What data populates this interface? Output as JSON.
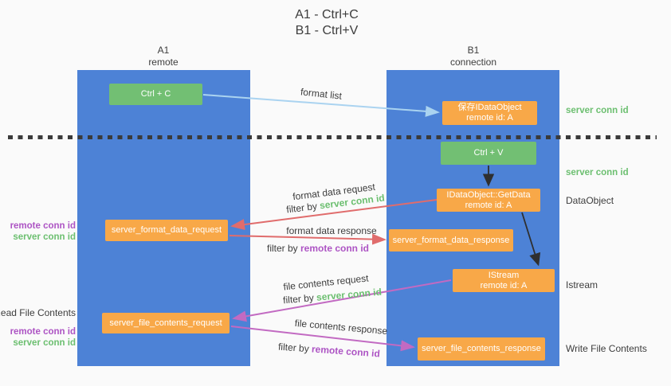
{
  "title": {
    "line1": "A1 - Ctrl+C",
    "line2": "B1 - Ctrl+V"
  },
  "columns": {
    "a1": {
      "name": "A1",
      "subtitle": "remote"
    },
    "b1": {
      "name": "B1",
      "subtitle": "connection"
    }
  },
  "boxes": {
    "ctrl_c": {
      "label": "Ctrl + C"
    },
    "save_idataobject": {
      "line1": "保存IDataObject",
      "line2": "remote id: A"
    },
    "ctrl_v": {
      "label": "Ctrl + V"
    },
    "getdata": {
      "line1": "IDataObject::GetData",
      "line2": "remote id: A"
    },
    "format_request": {
      "label": "server_format_data_request"
    },
    "format_response": {
      "label": "server_format_data_response"
    },
    "istream": {
      "line1": "IStream",
      "line2": "remote id: A"
    },
    "file_request": {
      "label": "server_file_contents_request"
    },
    "file_response": {
      "label": "server_file_contents_response"
    }
  },
  "flow_labels": {
    "format_list": "format list",
    "format_data_request": "format data request",
    "format_data_response": "format data response",
    "file_contents_request": "file contents request",
    "file_contents_response": "file contents response",
    "filter_by": "filter by ",
    "server_conn_id": "server conn id",
    "remote_conn_id": "remote conn id"
  },
  "left_labels": {
    "remote_conn_id_top": "remote conn id",
    "server_conn_id_top": "server conn id",
    "read_file_contents": "Read File Contents",
    "remote_conn_id_bottom": "remote conn id",
    "server_conn_id_bottom": "server conn id"
  },
  "right_labels": {
    "server_conn_id_top": "server conn id",
    "server_conn_id_mid": "server conn id",
    "dataobject": "DataObject",
    "istream": "Istream",
    "write_file_contents": "Write File Contents"
  },
  "colors": {
    "bg": "#fafafa",
    "column-blue": "#4d82d6",
    "box-green": "#72bf73",
    "box-orange": "#f8a848",
    "text-dark": "#3d3d3d",
    "green-id": "#6cbf70",
    "purple-id": "#ad54c4",
    "arrow-blue": "#aad3f0",
    "arrow-red": "#e06c6c",
    "arrow-magenta": "#c26ac2",
    "arrow-black": "#2f2f2f",
    "box-text": "#ffffff"
  }
}
